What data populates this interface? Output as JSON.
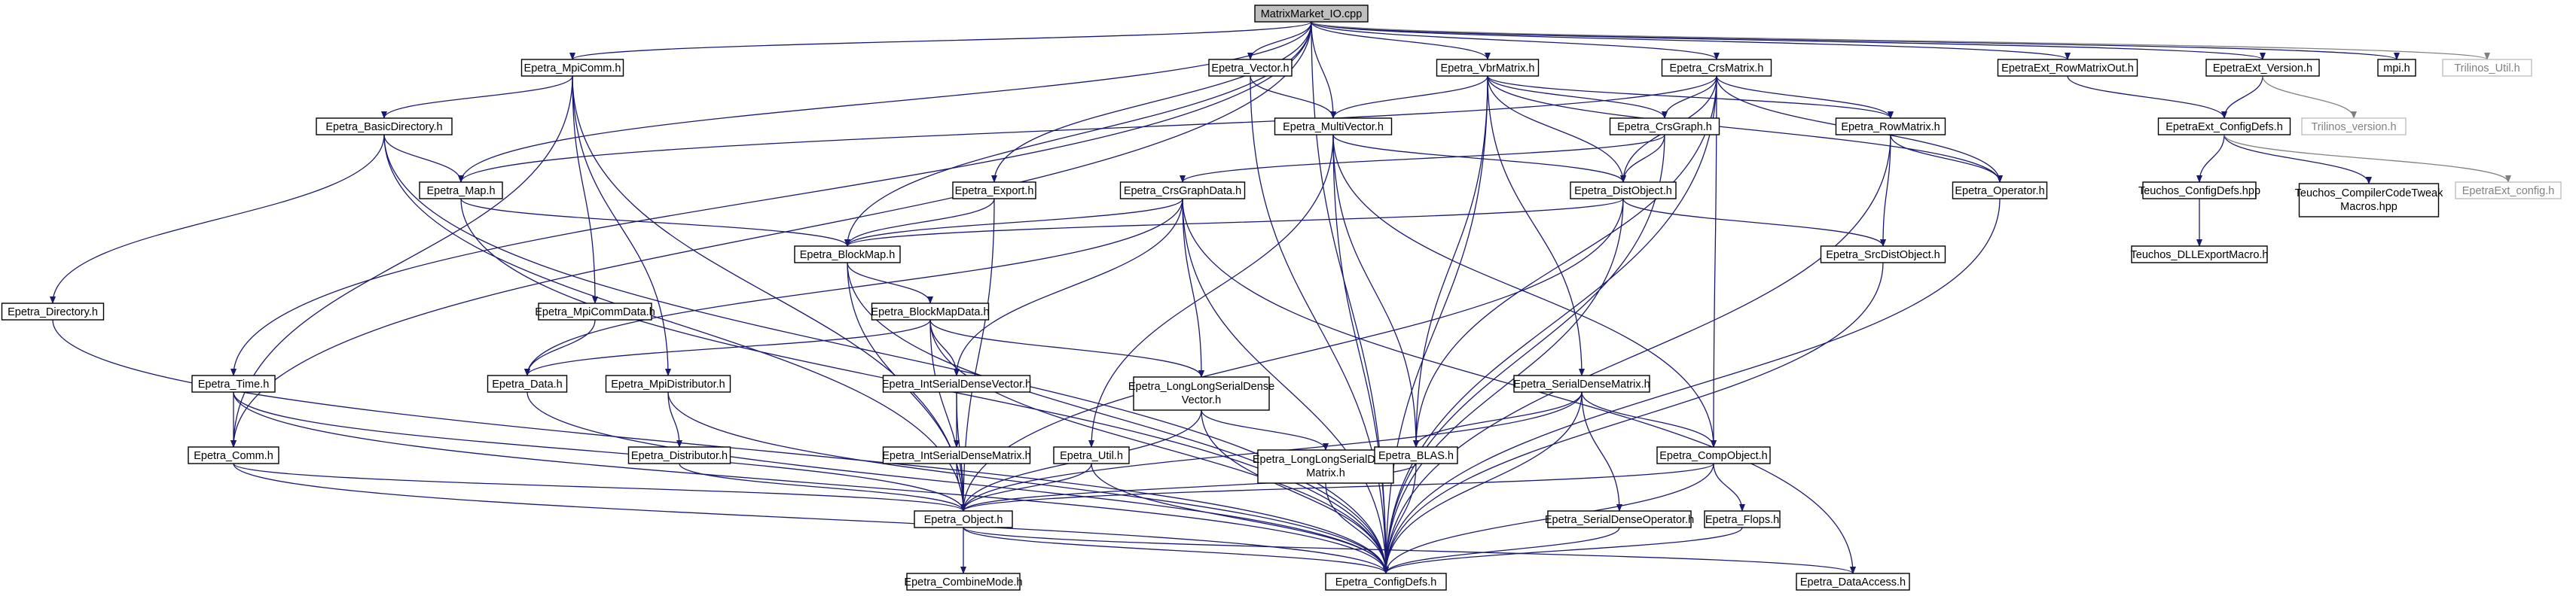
{
  "graph": {
    "nodes": [
      {
        "id": "root",
        "label": "MatrixMarket_IO.cpp",
        "kind": "root"
      },
      {
        "id": "mpicomm",
        "label": "Epetra_MpiComm.h"
      },
      {
        "id": "vector",
        "label": "Epetra_Vector.h"
      },
      {
        "id": "vbr",
        "label": "Epetra_VbrMatrix.h"
      },
      {
        "id": "crsm",
        "label": "Epetra_CrsMatrix.h"
      },
      {
        "id": "rowout",
        "label": "EpetraExt_RowMatrixOut.h"
      },
      {
        "id": "eever",
        "label": "EpetraExt_Version.h"
      },
      {
        "id": "mpih",
        "label": "mpi.h"
      },
      {
        "id": "tutil",
        "label": "Trilinos_Util.h",
        "kind": "ext"
      },
      {
        "id": "bdir",
        "label": "Epetra_BasicDirectory.h"
      },
      {
        "id": "mv",
        "label": "Epetra_MultiVector.h"
      },
      {
        "id": "crsg",
        "label": "Epetra_CrsGraph.h"
      },
      {
        "id": "rowm",
        "label": "Epetra_RowMatrix.h"
      },
      {
        "id": "eecfg",
        "label": "EpetraExt_ConfigDefs.h"
      },
      {
        "id": "trilver",
        "label": "Trilinos_version.h",
        "kind": "ext"
      },
      {
        "id": "map",
        "label": "Epetra_Map.h"
      },
      {
        "id": "export",
        "label": "Epetra_Export.h"
      },
      {
        "id": "cgd",
        "label": "Epetra_CrsGraphData.h"
      },
      {
        "id": "dobj",
        "label": "Epetra_DistObject.h"
      },
      {
        "id": "oper",
        "label": "Epetra_Operator.h"
      },
      {
        "id": "tcfg",
        "label": "Teuchos_ConfigDefs.hpp"
      },
      {
        "id": "tcct",
        "label": "Teuchos_CompilerCodeTweak",
        "label2": "Macros.hpp"
      },
      {
        "id": "eeconf",
        "label": "EpetraExt_config.h",
        "kind": "ext"
      },
      {
        "id": "bmap",
        "label": "Epetra_BlockMap.h"
      },
      {
        "id": "srcd",
        "label": "Epetra_SrcDistObject.h"
      },
      {
        "id": "tdll",
        "label": "Teuchos_DLLExportMacro.h"
      },
      {
        "id": "dir",
        "label": "Epetra_Directory.h"
      },
      {
        "id": "mcd",
        "label": "Epetra_MpiCommData.h"
      },
      {
        "id": "bmd",
        "label": "Epetra_BlockMapData.h"
      },
      {
        "id": "time",
        "label": "Epetra_Time.h"
      },
      {
        "id": "data",
        "label": "Epetra_Data.h"
      },
      {
        "id": "mpid",
        "label": "Epetra_MpiDistributor.h"
      },
      {
        "id": "isdv",
        "label": "Epetra_IntSerialDenseVector.h"
      },
      {
        "id": "llsdv",
        "label": "Epetra_LongLongSerialDense",
        "label2": "Vector.h"
      },
      {
        "id": "sdm",
        "label": "Epetra_SerialDenseMatrix.h"
      },
      {
        "id": "dist",
        "label": "Epetra_Distributor.h"
      },
      {
        "id": "isdm",
        "label": "Epetra_IntSerialDenseMatrix.h"
      },
      {
        "id": "llsdm",
        "label": "Epetra_LongLongSerialDense",
        "label2": "Matrix.h"
      },
      {
        "id": "util",
        "label": "Epetra_Util.h"
      },
      {
        "id": "blas",
        "label": "Epetra_BLAS.h"
      },
      {
        "id": "cobj",
        "label": "Epetra_CompObject.h"
      },
      {
        "id": "comm",
        "label": "Epetra_Comm.h"
      },
      {
        "id": "obj",
        "label": "Epetra_Object.h"
      },
      {
        "id": "sdo",
        "label": "Epetra_SerialDenseOperator.h"
      },
      {
        "id": "flops",
        "label": "Epetra_Flops.h"
      },
      {
        "id": "cmode",
        "label": "Epetra_CombineMode.h"
      },
      {
        "id": "cfg",
        "label": "Epetra_ConfigDefs.h"
      },
      {
        "id": "dacc",
        "label": "Epetra_DataAccess.h"
      }
    ]
  }
}
